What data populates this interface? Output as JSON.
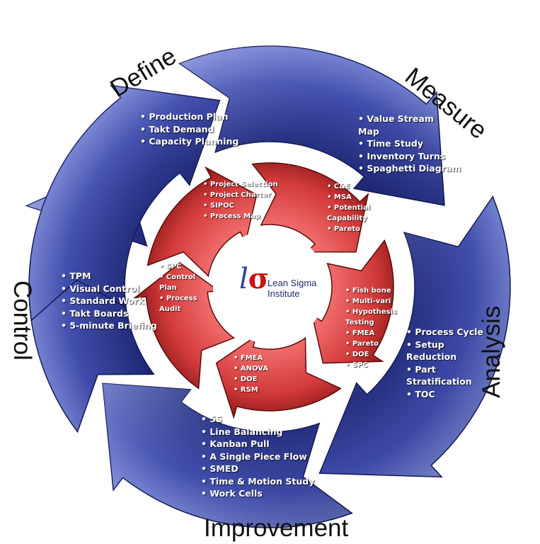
{
  "phases": {
    "define": {
      "title": "Define",
      "items": [
        "Production Plan",
        "Takt Demand",
        "Capacity Planning"
      ]
    },
    "measure": {
      "title": "Measure",
      "items": [
        "Value Stream Map",
        "Time Study",
        "Inventory Turns",
        "Spaghetti Diagram"
      ]
    },
    "analysis": {
      "title": "Analysis",
      "items": [
        "Process Cycle",
        "Setup Reduction",
        "Part Stratification",
        "TOC"
      ]
    },
    "improvement": {
      "title": "Improvement",
      "items": [
        "5S",
        "Line Balancing",
        "Kanban Pull",
        "A Single Piece Flow",
        "SMED",
        "Time & Motion Study",
        "Work Cells"
      ]
    },
    "control": {
      "title": "Control",
      "items": [
        "TPM",
        "Visual Control",
        "Standard Work",
        "Takt Boards",
        "5-minute Briefing"
      ]
    }
  },
  "inner": {
    "define": [
      "Project  Selection",
      "Project Charter",
      "SIPOC",
      "Process Map"
    ],
    "measure": [
      "C&E",
      "MSA",
      "Potential Capability",
      "Pareto"
    ],
    "analysis": [
      "Fish bone",
      "Multi-vari",
      "Hypothesis Testing",
      "FMEA",
      "Pareto",
      "DOE",
      "SPC"
    ],
    "improvement": [
      "FMEA",
      "ANOVA",
      "DOE",
      "RSM"
    ],
    "control": [
      "SPC",
      "Control Plan",
      "Process Audit"
    ]
  },
  "logo": {
    "text_line1": "Lean Sigma",
    "text_line2": "Institute",
    "mark_l": "l",
    "mark_sigma": "σ"
  },
  "colors": {
    "outer_dark": "#13195a",
    "outer_light": "#7f8ed8",
    "inner_dark": "#7a1414",
    "inner_light": "#ec5a5a"
  }
}
